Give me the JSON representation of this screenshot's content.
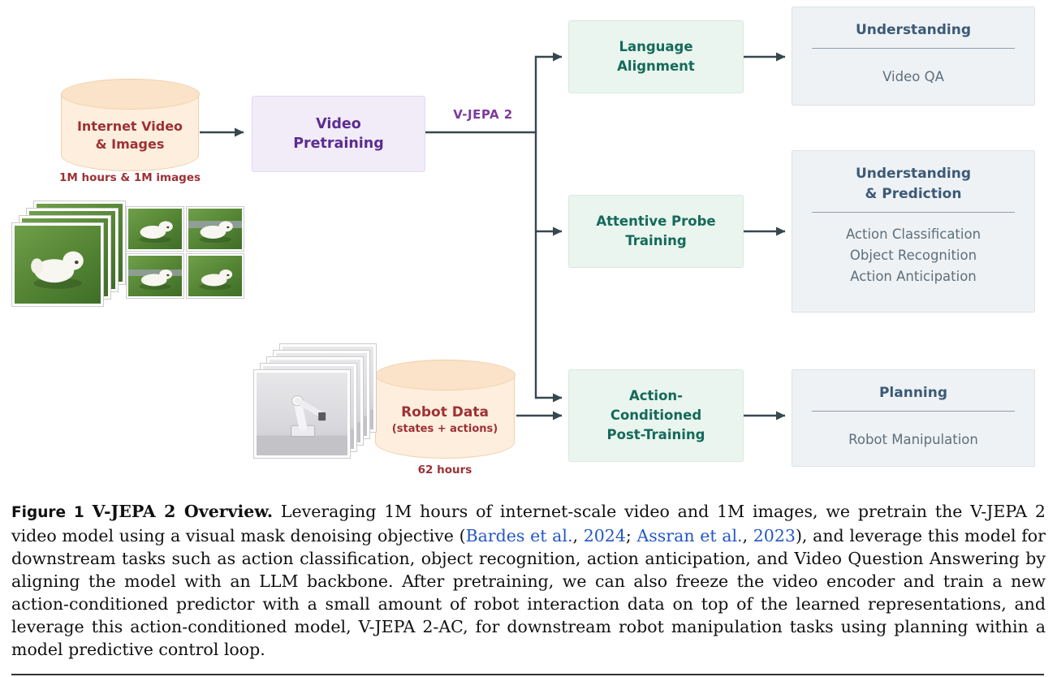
{
  "diagram": {
    "internet_source": {
      "line1": "Internet Video",
      "line2": "& Images",
      "sublabel": "1M hours & 1M images"
    },
    "pretraining": {
      "line1": "Video",
      "line2": "Pretraining"
    },
    "vjepa_label": "V-JEPA 2",
    "robot_source": {
      "line1": "Robot Data",
      "line2": "(states + actions)",
      "sublabel": "62 hours"
    },
    "stages": [
      {
        "line1": "Language",
        "line2": "Alignment"
      },
      {
        "line1": "Attentive Probe",
        "line2": "Training"
      },
      {
        "line1": "Action-",
        "line2": "Conditioned",
        "line3": "Post-Training"
      }
    ],
    "outcomes": [
      {
        "header1": "Understanding",
        "items": [
          "Video QA"
        ]
      },
      {
        "header1": "Understanding",
        "header2": "& Prediction",
        "items": [
          "Action Classification",
          "Object Recognition",
          "Action Anticipation"
        ]
      },
      {
        "header1": "Planning",
        "items": [
          "Robot Manipulation"
        ]
      }
    ]
  },
  "caption": {
    "figure_label": "Figure 1",
    "title": "V-JEPA 2 Overview.",
    "body_before_citations": "Leveraging 1M hours of internet-scale video and 1M images, we pretrain the V-JEPA 2 video model using a visual mask denoising objective (",
    "citation1_authors": "Bardes et al.",
    "citation1_sep": ", ",
    "citation1_year": "2024",
    "citation_sep2": "; ",
    "citation2_authors": "Assran et al.",
    "citation2_sep": ", ",
    "citation2_year": "2023",
    "body_after_citations": "), and leverage this model for downstream tasks such as action classification, object recognition, action anticipation, and Video Question Answering by aligning the model with an LLM backbone. After pretraining, we can also freeze the video encoder and train a new action-conditioned predictor with a small amount of robot interaction data on top of the learned representations, and leverage this action-conditioned model, V-JEPA 2-AC, for downstream robot manipulation tasks using planning within a model predictive control loop."
  },
  "colors": {
    "source_fill": "#fdeedd",
    "source_border": "#f1d0ab",
    "source_text": "#9d3135",
    "pretrain_fill": "#f1ecf8",
    "pretrain_text": "#5c2d8f",
    "vjepa_label_text": "#7d3a9b",
    "stage_fill": "#e9f5ee",
    "stage_text": "#156a5a",
    "outcome_fill": "#eef2f5",
    "outcome_header_text": "#3c5a77",
    "outcome_item_text": "#5e6f7d",
    "arrow": "#37474f",
    "link": "#2457c5"
  }
}
